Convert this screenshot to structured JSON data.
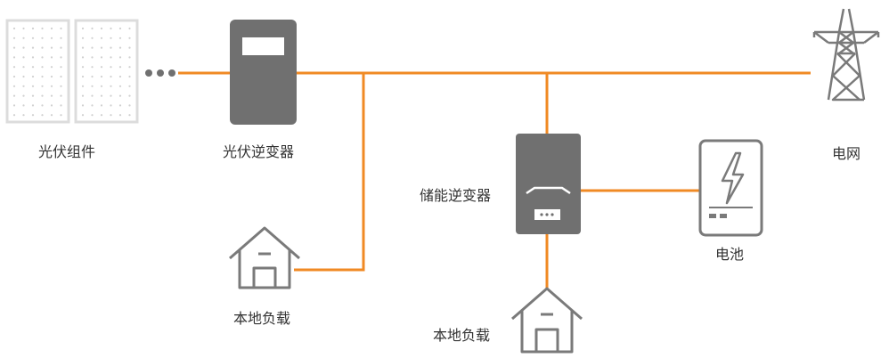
{
  "colors": {
    "wire": "#f08a24",
    "device": "#707070",
    "outline": "#7a7a7a",
    "panel_frame": "#dcdcdc",
    "text": "#333333"
  },
  "labels": {
    "pv_modules": "光伏组件",
    "pv_inverter": "光伏逆变器",
    "storage_inverter": "储能逆变器",
    "battery": "电池",
    "grid": "电网",
    "local_load_left": "本地负载",
    "local_load_bottom": "本地负载"
  },
  "icons": {
    "pv_panel": "solar-panel-icon",
    "continuation": "ellipsis-icon",
    "pv_inverter": "inverter-icon",
    "storage_inverter": "storage-inverter-icon",
    "battery": "battery-lightning-icon",
    "grid": "transmission-tower-icon",
    "load": "house-icon"
  }
}
